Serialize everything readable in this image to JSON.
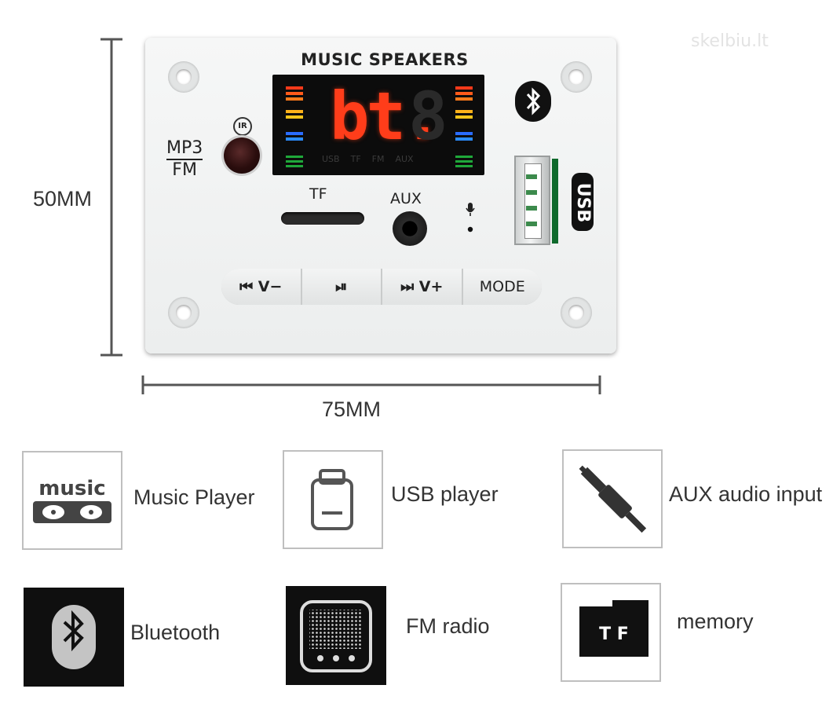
{
  "watermark": "skelbiu.lt",
  "dimensions": {
    "height_label": "50MM",
    "width_label": "75MM"
  },
  "board": {
    "title": "MUSIC SPEAKERS",
    "display_text": "bt.",
    "display_modes": [
      "USB",
      "TF",
      "FM",
      "AUX"
    ],
    "mp3_label": "MP3",
    "fm_label": "FM",
    "ir_label": "IR",
    "tf_label": "TF",
    "aux_label": "AUX",
    "usb_label": "USB",
    "buttons": [
      "⏮ V−",
      "⏯",
      "⏭ V+",
      "MODE"
    ]
  },
  "features": [
    {
      "label": "Music Player",
      "icon": "music-icon"
    },
    {
      "label": "USB player",
      "icon": "usb-stick-icon"
    },
    {
      "label": "AUX audio input",
      "icon": "aux-plug-icon"
    },
    {
      "label": "Bluetooth",
      "icon": "bluetooth-icon"
    },
    {
      "label": "FM radio",
      "icon": "radio-icon"
    },
    {
      "label": "memory",
      "icon": "tf-card-icon",
      "card_text": "T F"
    }
  ],
  "icon_texts": {
    "music": "music"
  },
  "colors": {
    "segment": "#ff3d1a",
    "pcb_green": "#0f6a2c",
    "dark_box": "#0f0f0f"
  }
}
